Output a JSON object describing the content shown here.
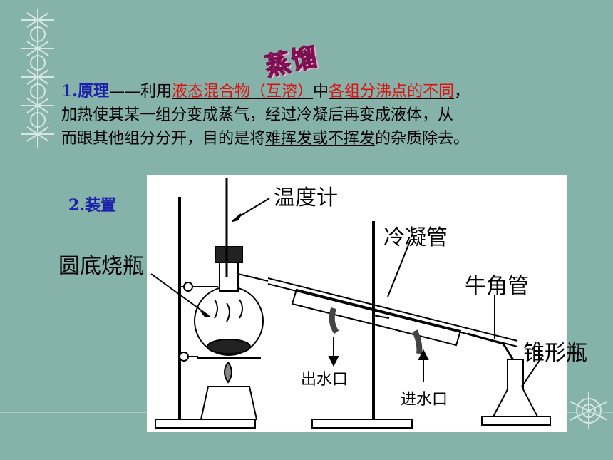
{
  "slide": {
    "title": "蒸馏",
    "principle": {
      "num": "1.",
      "label": "原理",
      "dash": "——利用",
      "term1": "液态混合物（互溶）",
      "mid": "中",
      "term2": "各组分沸点的不同",
      "after2": "，",
      "line2": "加热使其某一组分变成蒸气，经过冷凝后再变成液体，从",
      "line3a": "而跟其他组分分开，目的是将",
      "term3": "难挥发或不挥发",
      "line3b": "的杂质除去。"
    },
    "section2": "2.装置",
    "diagram": {
      "thermometer": "温度计",
      "condenser": "冷凝管",
      "flask": "圆底烧瓶",
      "adapter": "牛角管",
      "receiver": "锥形瓶",
      "water_out": "出水口",
      "water_in": "进水口"
    }
  },
  "colors": {
    "background": "#85b2a9",
    "title": "#e63a9a",
    "number": "#1b1faa",
    "highlight": "#e01010"
  }
}
